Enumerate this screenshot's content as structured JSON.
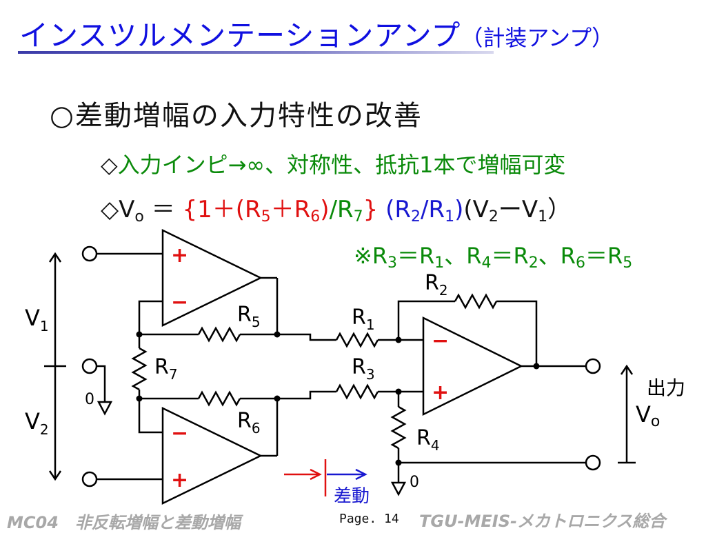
{
  "title": {
    "main": "インスツルメンテーションアンプ",
    "sub": "（計装アンプ）"
  },
  "heading": "○差動増幅の入力特性の改善",
  "bullet1": {
    "marker": "◇",
    "text": "入力インピ→∞、対称性、抵抗1本で増幅可変"
  },
  "formula": {
    "marker": "◇",
    "lhs": "V",
    "lhs_sub": "o",
    "eq": " ＝ ",
    "red_open": "{1＋(R",
    "red_sub5": "5",
    "red_plus": "＋R",
    "red_sub6": "6",
    "red_close": ")",
    "green_slash": "/R",
    "green_sub7": "7",
    "red_brace": "}",
    "blue_open": " (R",
    "blue_sub2": "2",
    "blue_slash": "/R",
    "blue_sub1": "1",
    "blue_close": ")",
    "black_tail_open": "(V",
    "black_sub2": "2",
    "black_minus": "ー",
    "black_v": "V",
    "black_sub1": "1",
    "black_close": "）"
  },
  "note": {
    "mark": "※R",
    "s3": "3",
    "eq1": "＝R",
    "s1": "1",
    "sep1": "、R",
    "s4": "4",
    "eq2": "＝R",
    "s2": "2",
    "sep2": "、R",
    "s6": "6",
    "eq3": "＝R",
    "s5": "5"
  },
  "circuit": {
    "v1_label": "V",
    "v1_sub": "1",
    "v2_label": "V",
    "v2_sub": "2",
    "ground_left": "0",
    "ground_right": "0",
    "r1": "R",
    "r1_sub": "1",
    "r2": "R",
    "r2_sub": "2",
    "r3": "R",
    "r3_sub": "3",
    "r4": "R",
    "r4_sub": "4",
    "r5": "R",
    "r5_sub": "5",
    "r6": "R",
    "r6_sub": "6",
    "r7": "R",
    "r7_sub": "7",
    "plus": "+",
    "minus": "−",
    "output_label": "出力",
    "vo_label": "V",
    "vo_sub": "o",
    "differential_label": "差動"
  },
  "footer": {
    "left": "MC04　非反転増幅と差動増幅",
    "page": "Page. 14",
    "right": "TGU-MEIS-メカトロニクス総合"
  },
  "colors": {
    "title": "#1010e0",
    "red": "#e01010",
    "green": "#0a8a0a",
    "blue": "#1818d0",
    "footer": "#a8a8a8"
  }
}
